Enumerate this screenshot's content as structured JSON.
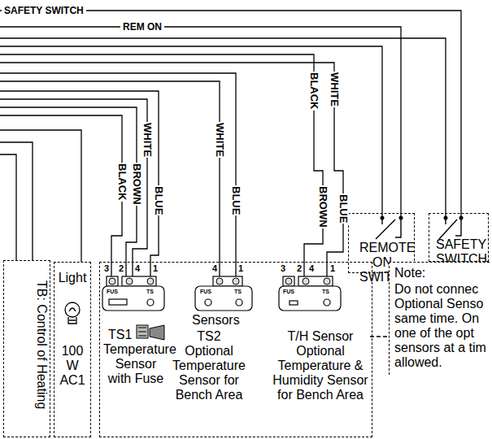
{
  "diagram": {
    "nodes": [
      {
        "text": [
          "TB: Control of Heating"
        ]
      },
      {
        "text": [
          "Light",
          "100 W AC1"
        ]
      },
      {
        "text": [
          "Sensors"
        ]
      },
      {
        "text": [
          "TS1",
          "Temperature Sensor with Fuse"
        ],
        "in": 2
      },
      {
        "text": [
          "TS2",
          "Optional",
          "Temperature Sensor for Bench Area"
        ],
        "in": 2
      },
      {
        "text": [
          "T/H Sensor",
          "Optional",
          "Temperature & Humidity Sensor for Bench Area"
        ],
        "in": 2
      },
      {
        "text": [
          "REMOTE ON SWITCH"
        ]
      },
      {
        "text": [
          "SAFETY SWITCH"
        ]
      },
      {
        "text": [
          "Note:",
          "Do not connec Optional Senso same time. On one of the opt sensors at a tim allowed."
        ]
      }
    ],
    "edges": [
      {
        "from": 5,
        "to": 8,
        "arrow": "none"
      }
    ],
    "labels": [
      "SAFETY SWITCH",
      "REM ON",
      "BLACK",
      "WHITE",
      "WHITE",
      "WHITE",
      "BLACK",
      "BROWN",
      "BLUE",
      "BLUE",
      "BROWN",
      "BLUE",
      "3",
      "2",
      "4",
      "1",
      "FUS",
      "TS",
      "4",
      "1",
      "FUS",
      "TS",
      "3",
      "2",
      "4",
      "1",
      "FUS",
      "TS"
    ]
  }
}
